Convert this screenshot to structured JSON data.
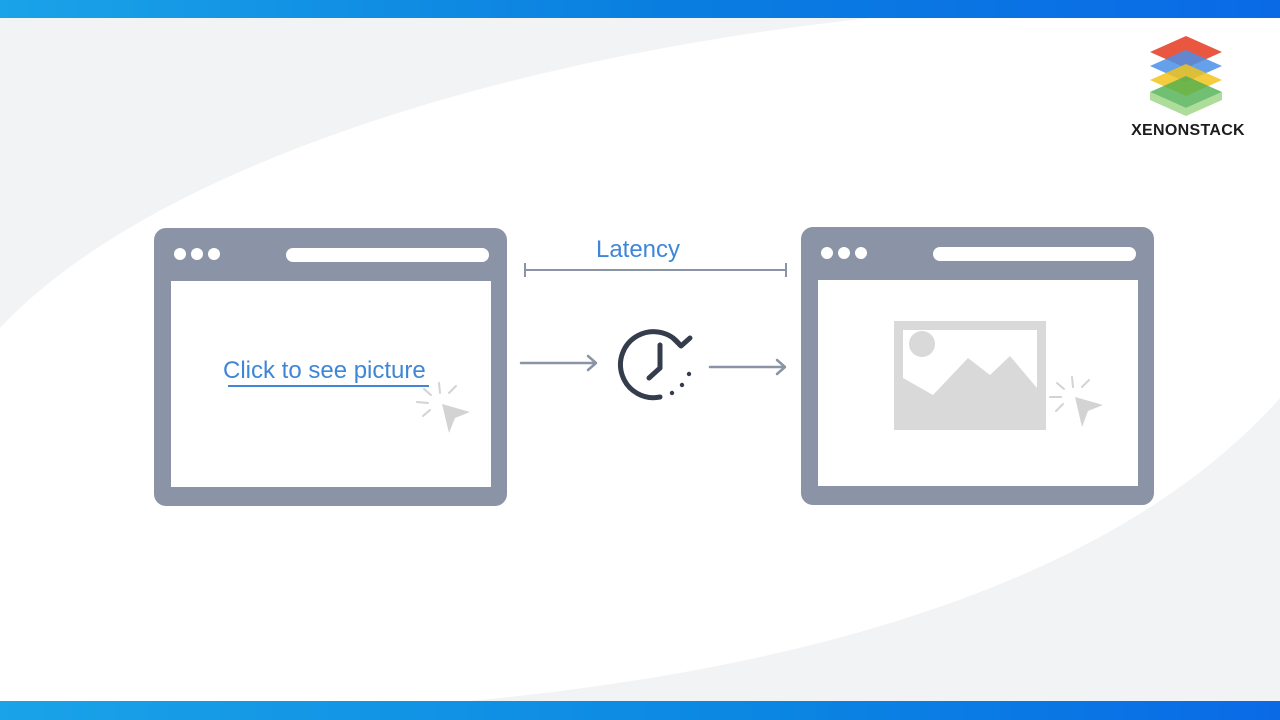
{
  "brand": {
    "name": "XENONSTACK",
    "logo_colors": [
      "#e8452c",
      "#4a8fe8",
      "#f2c31b",
      "#4caf50",
      "#a5d88f"
    ]
  },
  "diagram": {
    "latency_label": "Latency",
    "link_text": "Click to see picture",
    "icons": {
      "clock": "clock-refresh-icon",
      "image": "image-placeholder-icon",
      "cursor": "cursor-click-icon",
      "arrow": "arrow-right-icon"
    }
  },
  "colors": {
    "accent_blue": "#3f86d6",
    "browser_frame": "#8a94a6",
    "clock": "#353d4d",
    "image_placeholder": "#d9d9d9"
  }
}
